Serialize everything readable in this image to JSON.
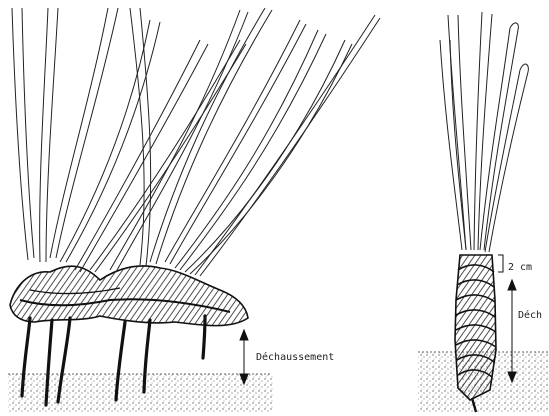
{
  "figure": {
    "left_label": "Déchaussement",
    "right_label_small": "2 cm",
    "right_label_large": "Déch"
  },
  "colors": {
    "ink": "#1a1a1a",
    "background": "#ffffff",
    "soil_stipple": "#555555"
  }
}
